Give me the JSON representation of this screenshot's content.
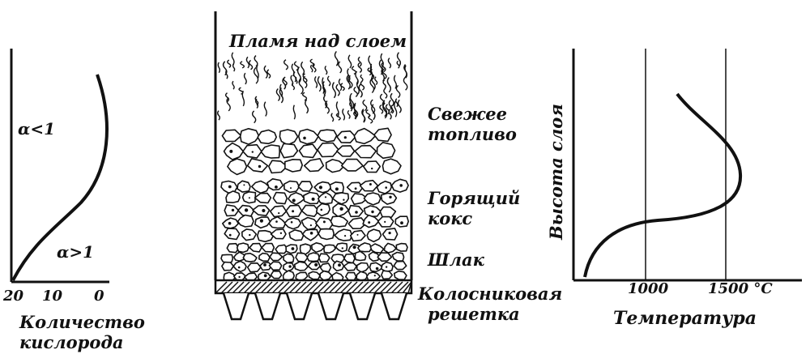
{
  "colors": {
    "ink": "#111111",
    "paper": "#ffffff"
  },
  "oxygen_panel": {
    "label_alpha_lt": "α<1",
    "label_alpha_gt": "α>1",
    "tick_20": "20",
    "tick_10": "10",
    "tick_0": "0",
    "xlabel_line1": "Количество",
    "xlabel_line2": "кислорода"
  },
  "bed_panel": {
    "flame_label": "Пламя над слоем",
    "fresh_fuel_line1": "Свежее",
    "fresh_fuel_line2": "топливо",
    "burning_coke_line1": "Горящий",
    "burning_coke_line2": "кокс",
    "slag_label": "Шлак",
    "grate_line1": "Колосниковая",
    "grate_line2": "решетка"
  },
  "temperature_panel": {
    "ylabel": "Высота слоя",
    "tick_1000": "1000",
    "tick_1500": "1500 °C",
    "xlabel": "Температура"
  }
}
